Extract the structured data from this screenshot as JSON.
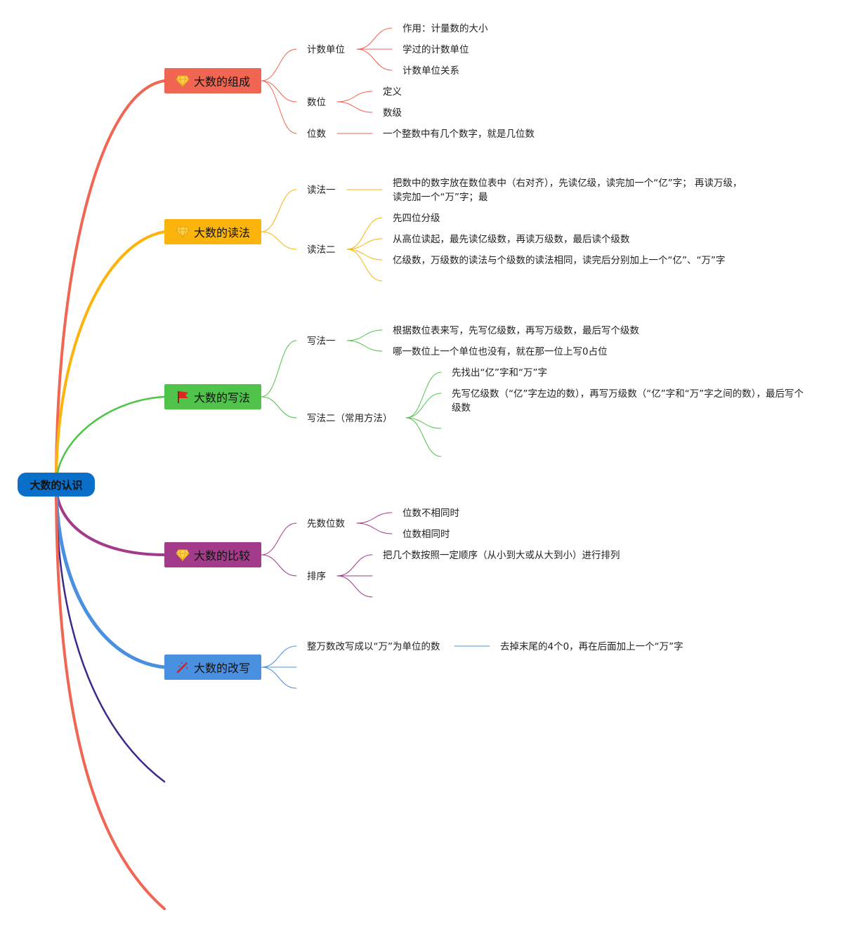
{
  "root": {
    "label": "大数的认识",
    "color": "#0a6fc9"
  },
  "branches": [
    {
      "label": "大数的组成",
      "color": "#f16553",
      "icon": "diamond-icon",
      "children": [
        {
          "label": "计数单位",
          "children": [
            "作用：计量数的大小",
            "学过的计数单位",
            "计数单位关系"
          ]
        },
        {
          "label": "数位",
          "children": [
            "定义",
            "数级"
          ]
        },
        {
          "label": "位数",
          "children": [
            "一个整数中有几个数字，就是几位数"
          ]
        }
      ]
    },
    {
      "label": "大数的读法",
      "color": "#fbb40c",
      "icon": "diamond-icon",
      "children": [
        {
          "label": "读法一",
          "children": [
            "把数中的数字放在数位表中（右对齐），先读亿级，读完加一个“亿”字； 再读万级，读完加一个“万”字；最"
          ]
        },
        {
          "label": "读法二",
          "children": [
            "先四位分级",
            "从高位读起，最先读亿级数，再读万级数，最后读个级数",
            "亿级数，万级数的读法与个级数的读法相同，读完后分别加上一个“亿”、“万”字"
          ]
        }
      ]
    },
    {
      "label": "大数的写法",
      "color": "#4fc34a",
      "icon": "flag-icon",
      "children": [
        {
          "label": "写法一",
          "children": [
            "根据数位表来写，先写亿级数，再写万级数，最后写个级数",
            "哪一数位上一个单位也没有，就在那一位上写0占位"
          ]
        },
        {
          "label": "写法二（常用方法）",
          "children": [
            "先找出“亿”字和“万”字",
            "先写亿级数（“亿”字左边的数），再写万级数（“亿”字和“万”字之间的数），最后写个级数"
          ]
        }
      ]
    },
    {
      "label": "大数的比较",
      "color": "#a23b8a",
      "icon": "diamond-icon",
      "children": [
        {
          "label": "先数位数",
          "children": [
            "位数不相同时",
            "位数相同时"
          ]
        },
        {
          "label": "排序",
          "children": [
            "把几个数按照一定顺序（从小到大或从大到小）进行排列"
          ]
        }
      ]
    },
    {
      "label": "大数的改写",
      "color": "#4a90e0",
      "icon": "magic-wand-icon",
      "children": [
        {
          "label": "整万数改写成以“万”为单位的数",
          "children": [
            "去掉末尾的4个0，再在后面加上一个“万”字"
          ]
        }
      ]
    }
  ],
  "extra_branch_colors": [
    "#3b2a8c",
    "#f16553"
  ]
}
